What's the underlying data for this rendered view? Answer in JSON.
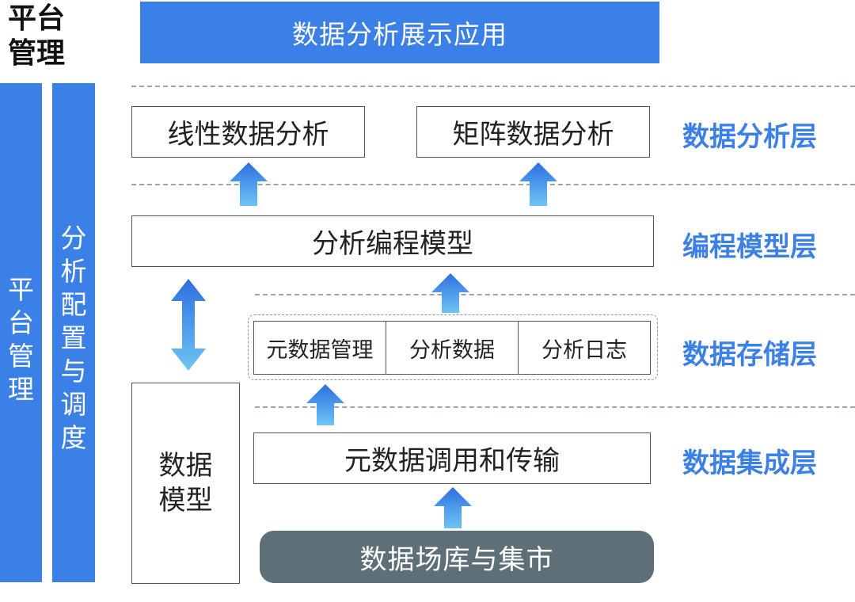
{
  "corner_label": {
    "line1": "平台",
    "line2": "管理"
  },
  "banner": {
    "title": "数据分析展示应用"
  },
  "side_bars": {
    "platform": "平台管理",
    "config": "分析配置与调度"
  },
  "analysis_layer": {
    "linear": "线性数据分析",
    "matrix": "矩阵数据分析"
  },
  "programming_layer": {
    "model": "分析编程模型"
  },
  "storage_layer": {
    "cells": [
      "元数据管理",
      "分析数据",
      "分析日志"
    ]
  },
  "integration_layer": {
    "transfer": "元数据调用和传输"
  },
  "data_model": "数据模型",
  "source": "数据场库与集市",
  "layer_labels": {
    "analysis": "数据分析层",
    "programming": "编程模型层",
    "storage": "数据存储层",
    "integration": "数据集成层"
  },
  "colors": {
    "accent_blue": "#3b80e6",
    "arrow_top": "#2e6fe0",
    "arrow_bottom": "#6ec4f5",
    "source_gray": "#5f6f77"
  }
}
